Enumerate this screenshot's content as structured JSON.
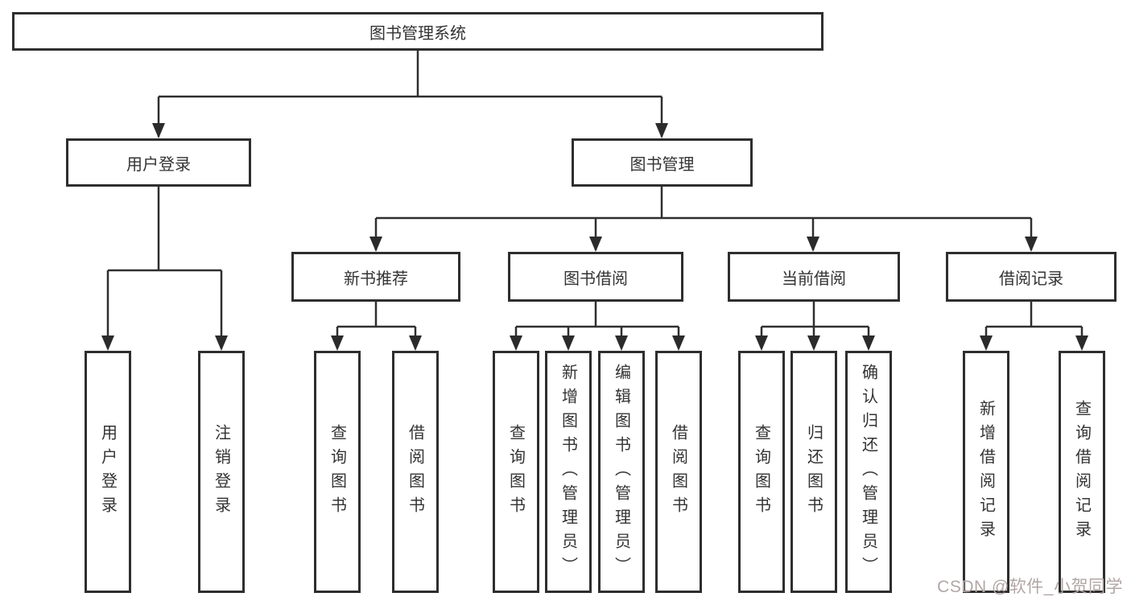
{
  "diagram": {
    "title": "图书管理系统",
    "branches": [
      {
        "label": "用户登录",
        "children": [
          "用户登录",
          "注销登录"
        ]
      },
      {
        "label": "图书管理",
        "sections": [
          {
            "label": "新书推荐",
            "children": [
              "查询图书",
              "借阅图书"
            ]
          },
          {
            "label": "图书借阅",
            "children": [
              "查询图书",
              "新增图书（管理员）",
              "编辑图书（管理员）",
              "借阅图书"
            ]
          },
          {
            "label": "当前借阅",
            "children": [
              "查询图书",
              "归还图书",
              "确认归还（管理员）"
            ]
          },
          {
            "label": "借阅记录",
            "children": [
              "新增借阅记录",
              "查询借阅记录"
            ]
          }
        ]
      }
    ]
  },
  "watermark": {
    "text": "CSDN @软件_小贺同学"
  },
  "colors": {
    "line": "#2f2f2f",
    "box_border": "#2e2e2e",
    "text": "#333333",
    "background": "#ffffff",
    "watermark": "#b2a6a6"
  }
}
